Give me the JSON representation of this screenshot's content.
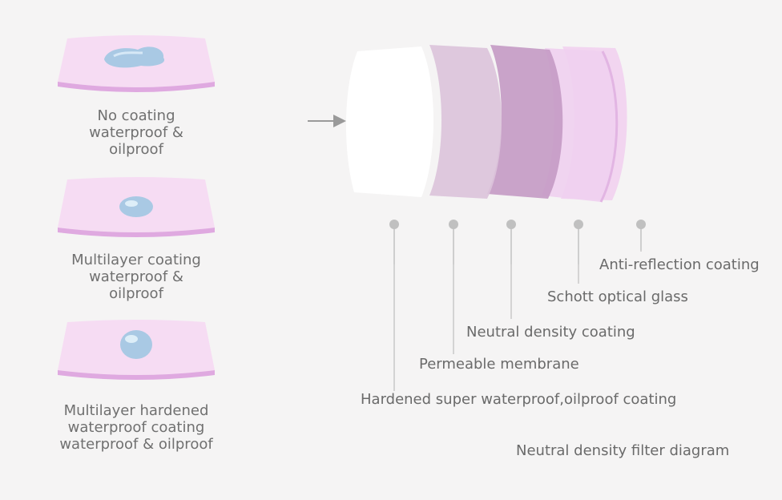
{
  "samples": [
    {
      "lines": [
        "No coating",
        "waterproof &",
        "oilproof"
      ],
      "droplet": "flat-water-spread-icon"
    },
    {
      "lines": [
        "Multilayer coating",
        "waterproof &",
        "oilproof"
      ],
      "droplet": "small-droplet-icon"
    },
    {
      "lines": [
        "Multilayer hardened",
        "waterproof coating",
        "waterproof & oilproof"
      ],
      "droplet": "round-droplet-icon"
    }
  ],
  "layers": [
    {
      "label": "Hardened super waterproof,oilproof coating",
      "color": "#ffffff"
    },
    {
      "label": "Permeable membrane",
      "color": "#dcc3da"
    },
    {
      "label": "Neutral density coating",
      "color": "#c49ac4"
    },
    {
      "label": "Schott optical glass",
      "color": "#efd0ef"
    },
    {
      "label": "Anti-reflection coating",
      "color": "#f1d3ef"
    }
  ],
  "diagram_title": "Neutral density filter diagram",
  "colors": {
    "plate_fill": "#f6dcf3",
    "plate_edge": "#dfa9e0",
    "water": "#a9c9e4",
    "connector": "#bdbdbd"
  }
}
